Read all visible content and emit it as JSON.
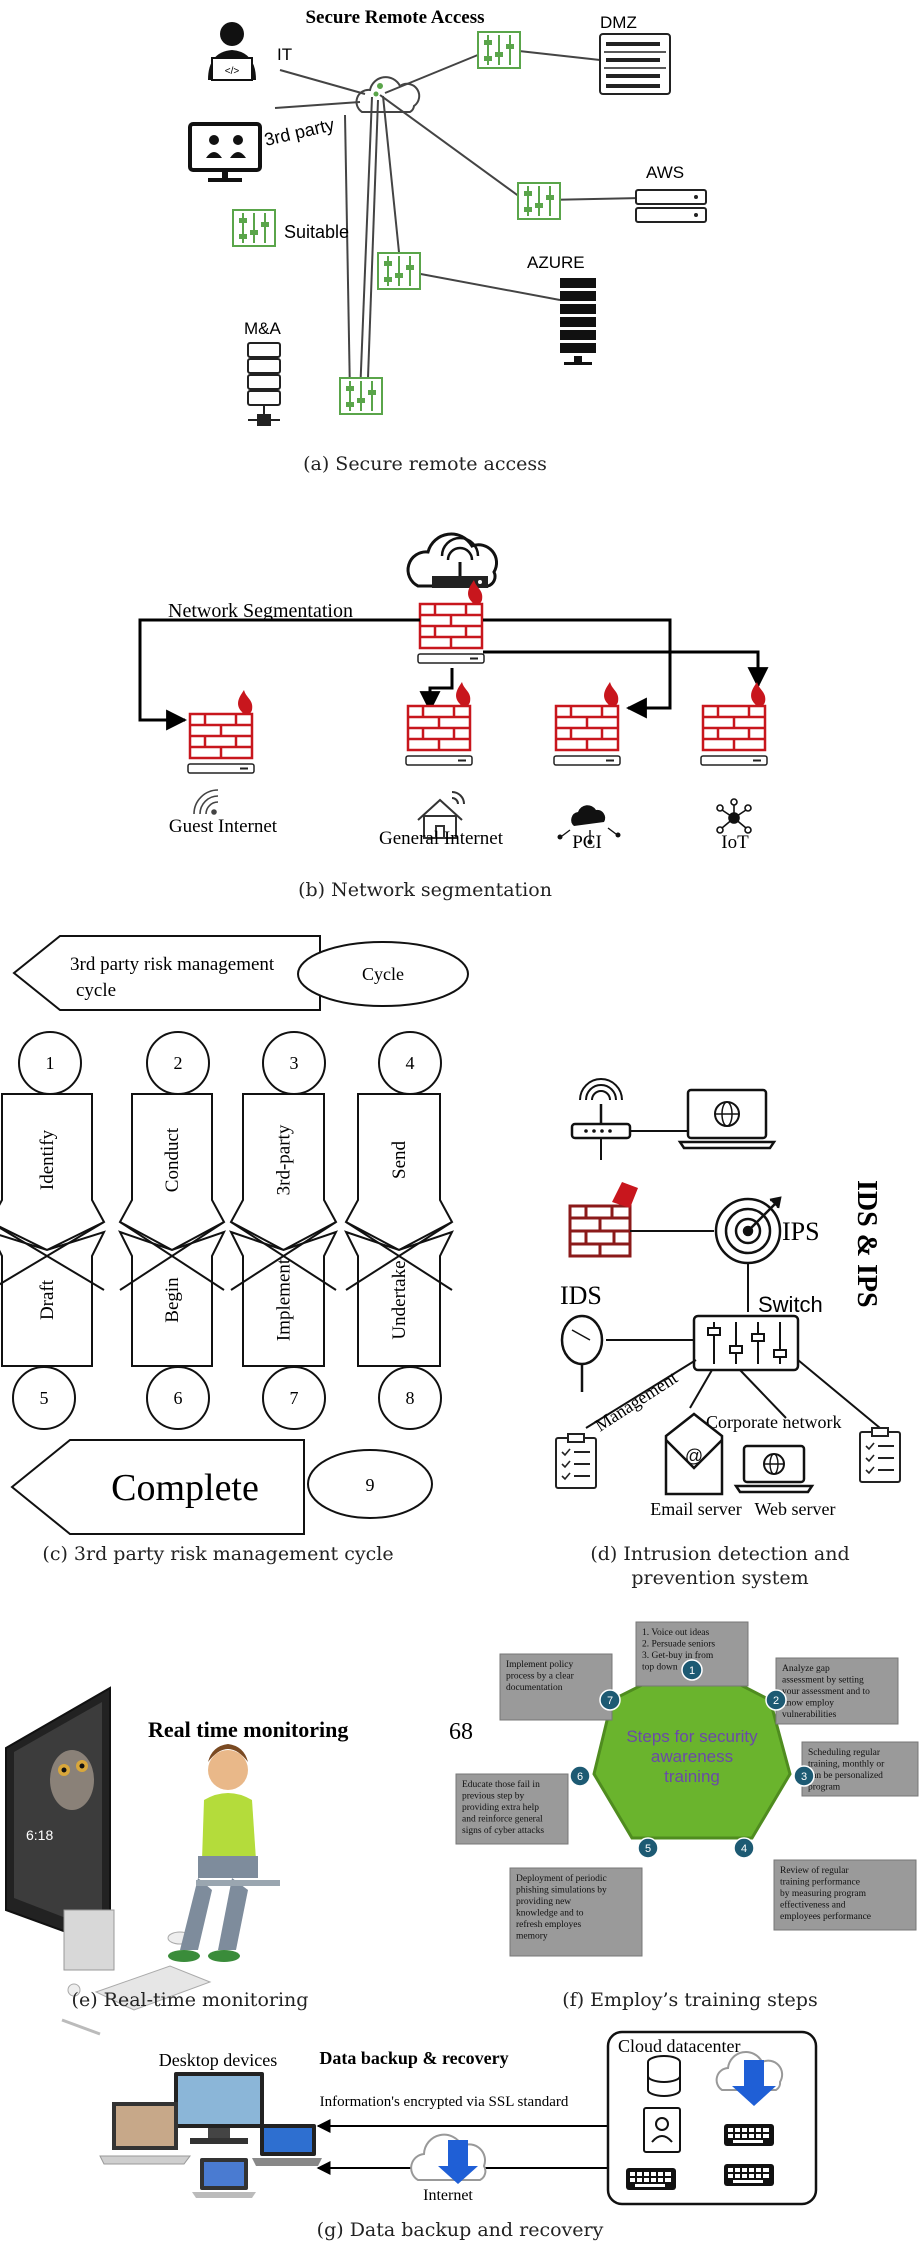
{
  "panel_a": {
    "title": "Secure Remote Access",
    "nodes": {
      "it": "IT",
      "third_party": "3rd party",
      "suitable": "Suitable",
      "ma": "M&A",
      "dmz": "DMZ",
      "aws": "AWS",
      "azure": "AZURE"
    },
    "caption": "(a) Secure remote access"
  },
  "panel_b": {
    "seg_label": "Network Segmentation",
    "zones": [
      "Guest Internet",
      "General Internet",
      "PCI",
      "IoT"
    ],
    "caption": "(b) Network segmentation"
  },
  "panel_c": {
    "header": "3rd party risk management cycle",
    "cycle_label": "Cycle",
    "steps_top": [
      {
        "num": "1",
        "label": "Identify"
      },
      {
        "num": "2",
        "label": "Conduct"
      },
      {
        "num": "3",
        "label": "3rd-party"
      },
      {
        "num": "4",
        "label": "Send"
      }
    ],
    "steps_bottom": [
      {
        "num": "5",
        "label": "Draft"
      },
      {
        "num": "6",
        "label": "Begin"
      },
      {
        "num": "7",
        "label": "Implement"
      },
      {
        "num": "8",
        "label": "Undertake"
      }
    ],
    "complete_label": "Complete",
    "complete_num": "9",
    "caption": "(c) 3rd party risk management cycle"
  },
  "panel_d": {
    "title": "IDS & IPS",
    "ips": "IPS",
    "ids": "IDS",
    "switch": "Switch",
    "management": "Management",
    "corporate": "Corporate network",
    "email": "Email server",
    "web": "Web server",
    "caption_line1": "(d) Intrusion detection and",
    "caption_line2": "prevention system"
  },
  "panel_e": {
    "title": "Real time monitoring",
    "screen_time": "6:18",
    "caption": "(e) Real-time monitoring"
  },
  "panel_f": {
    "page_number": "68",
    "center_text": [
      "Steps for security",
      "awareness",
      "training"
    ],
    "steps": [
      {
        "num": "1",
        "text_lines": [
          "1.   Voice out ideas",
          "2.   Persuade seniors",
          "3.   Get-buy in from",
          "      top down"
        ]
      },
      {
        "num": "2",
        "text_lines": [
          "Analyze gap",
          "assessment by setting",
          "your assessment and to",
          "know employ",
          "vulnerabilities"
        ]
      },
      {
        "num": "3",
        "text_lines": [
          "Scheduling regular",
          "training, monthly or",
          "can be personalized",
          "program"
        ]
      },
      {
        "num": "4",
        "text_lines": [
          "Review of regular",
          "training performance",
          "by measuring program",
          "effectiveness and",
          "employees performance"
        ]
      },
      {
        "num": "5",
        "text_lines": [
          "Deployment of periodic",
          "phishing simulations by",
          "providing new",
          "knowledge and to",
          "refresh employes",
          "memory"
        ]
      },
      {
        "num": "6",
        "text_lines": [
          "Educate those fail in",
          "previous step by",
          "providing extra help",
          "and reinforce general",
          "signs of cyber attacks"
        ]
      },
      {
        "num": "7",
        "text_lines": [
          "Implement policy",
          "process by a clear",
          "documentation"
        ]
      }
    ],
    "caption": "(f) Employ’s training steps"
  },
  "panel_g": {
    "title": "Data backup & recovery",
    "desktop": "Desktop devices",
    "encrypted": "Information's encrypted via SSL standard",
    "internet": "Internet",
    "cloud": "Cloud datacenter",
    "caption": "(g) Data backup and recovery"
  },
  "colors": {
    "green_device": "#5aa54a",
    "firewall_red": "#c8161d",
    "octagon_green": "#6ab42d",
    "step_box_gray": "#9a9a9a",
    "step_circle": "#1d5a73",
    "arrow_blue": "#1f5fd6"
  }
}
